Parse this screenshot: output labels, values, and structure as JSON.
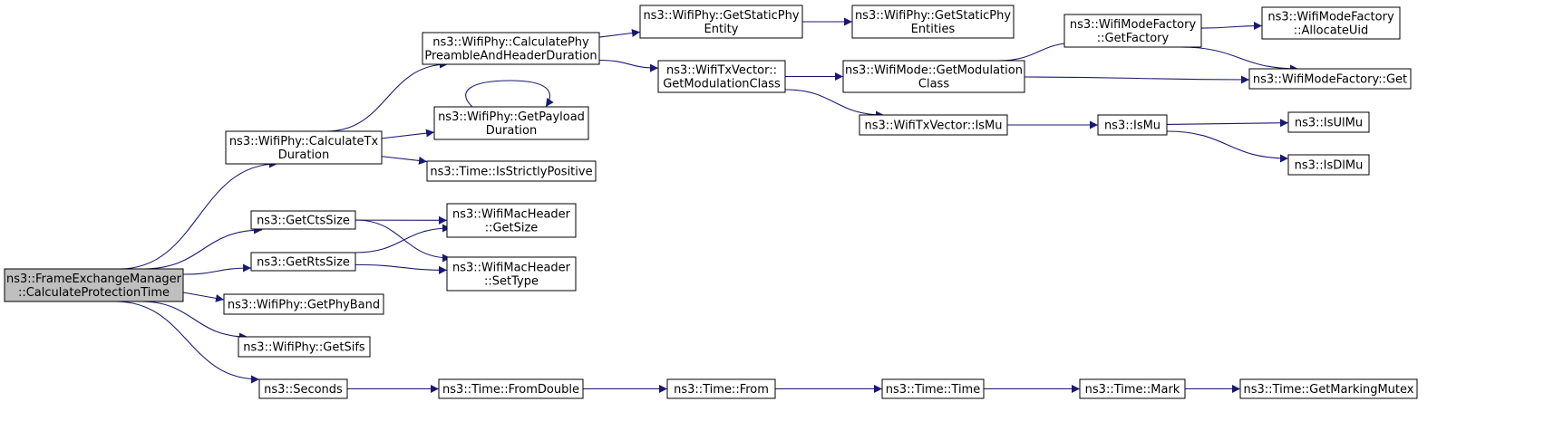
{
  "colors": {
    "edge": "#191970",
    "root_fill": "#bfbfbf",
    "node_fill": "#ffffff",
    "node_stroke": "#000000"
  },
  "nodes": [
    {
      "id": "root",
      "lines": [
        "ns3::FrameExchangeManager",
        "::CalculateProtectionTime"
      ],
      "root": true
    },
    {
      "id": "calcTx",
      "lines": [
        "ns3::WifiPhy::CalculateTx",
        "Duration"
      ]
    },
    {
      "id": "getCts",
      "lines": [
        "ns3::GetCtsSize"
      ]
    },
    {
      "id": "getRts",
      "lines": [
        "ns3::GetRtsSize"
      ]
    },
    {
      "id": "getPhyBand",
      "lines": [
        "ns3::WifiPhy::GetPhyBand"
      ]
    },
    {
      "id": "getSifs",
      "lines": [
        "ns3::WifiPhy::GetSifs"
      ]
    },
    {
      "id": "seconds",
      "lines": [
        "ns3::Seconds"
      ]
    },
    {
      "id": "calcPre",
      "lines": [
        "ns3::WifiPhy::CalculatePhy",
        "PreambleAndHeaderDuration"
      ]
    },
    {
      "id": "getPayload",
      "lines": [
        "ns3::WifiPhy::GetPayload",
        "Duration"
      ]
    },
    {
      "id": "strictPos",
      "lines": [
        "ns3::Time::IsStrictlyPositive"
      ]
    },
    {
      "id": "macGetSize",
      "lines": [
        "ns3::WifiMacHeader",
        "::GetSize"
      ]
    },
    {
      "id": "macSetType",
      "lines": [
        "ns3::WifiMacHeader",
        "::SetType"
      ]
    },
    {
      "id": "fromDouble",
      "lines": [
        "ns3::Time::FromDouble"
      ]
    },
    {
      "id": "staticPhyEntity",
      "lines": [
        "ns3::WifiPhy::GetStaticPhy",
        "Entity"
      ]
    },
    {
      "id": "txvModClass",
      "lines": [
        "ns3::WifiTxVector::",
        "GetModulationClass"
      ]
    },
    {
      "id": "timeFrom",
      "lines": [
        "ns3::Time::From"
      ]
    },
    {
      "id": "staticPhyEntities",
      "lines": [
        "ns3::WifiPhy::GetStaticPhy",
        "Entities"
      ]
    },
    {
      "id": "modeModClass",
      "lines": [
        "ns3::WifiMode::GetModulation",
        "Class"
      ]
    },
    {
      "id": "txvIsMu",
      "lines": [
        "ns3::WifiTxVector::IsMu"
      ]
    },
    {
      "id": "timeTime",
      "lines": [
        "ns3::Time::Time"
      ]
    },
    {
      "id": "getFactory",
      "lines": [
        "ns3::WifiModeFactory",
        "::GetFactory"
      ]
    },
    {
      "id": "isMu",
      "lines": [
        "ns3::IsMu"
      ]
    },
    {
      "id": "timeMark",
      "lines": [
        "ns3::Time::Mark"
      ]
    },
    {
      "id": "allocUid",
      "lines": [
        "ns3::WifiModeFactory",
        "::AllocateUid"
      ]
    },
    {
      "id": "factoryGet",
      "lines": [
        "ns3::WifiModeFactory::Get"
      ]
    },
    {
      "id": "isUlMu",
      "lines": [
        "ns3::IsUlMu"
      ]
    },
    {
      "id": "isDlMu",
      "lines": [
        "ns3::IsDlMu"
      ]
    },
    {
      "id": "markingMutex",
      "lines": [
        "ns3::Time::GetMarkingMutex"
      ]
    }
  ],
  "edges": [
    [
      "root",
      "calcTx"
    ],
    [
      "root",
      "getCts"
    ],
    [
      "root",
      "getRts"
    ],
    [
      "root",
      "getPhyBand"
    ],
    [
      "root",
      "getSifs"
    ],
    [
      "root",
      "seconds"
    ],
    [
      "calcTx",
      "calcPre"
    ],
    [
      "calcTx",
      "getPayload"
    ],
    [
      "calcTx",
      "strictPos"
    ],
    [
      "getPayload",
      "getPayload"
    ],
    [
      "getCts",
      "macGetSize"
    ],
    [
      "getCts",
      "macSetType"
    ],
    [
      "getRts",
      "macGetSize"
    ],
    [
      "getRts",
      "macSetType"
    ],
    [
      "seconds",
      "fromDouble"
    ],
    [
      "calcPre",
      "staticPhyEntity"
    ],
    [
      "calcPre",
      "txvModClass"
    ],
    [
      "staticPhyEntity",
      "staticPhyEntities"
    ],
    [
      "txvModClass",
      "modeModClass"
    ],
    [
      "txvModClass",
      "txvIsMu"
    ],
    [
      "modeModClass",
      "getFactory"
    ],
    [
      "modeModClass",
      "factoryGet"
    ],
    [
      "getFactory",
      "allocUid"
    ],
    [
      "getFactory",
      "factoryGet"
    ],
    [
      "txvIsMu",
      "isMu"
    ],
    [
      "isMu",
      "isUlMu"
    ],
    [
      "isMu",
      "isDlMu"
    ],
    [
      "fromDouble",
      "timeFrom"
    ],
    [
      "timeFrom",
      "timeTime"
    ],
    [
      "timeTime",
      "timeMark"
    ],
    [
      "timeMark",
      "markingMutex"
    ]
  ]
}
